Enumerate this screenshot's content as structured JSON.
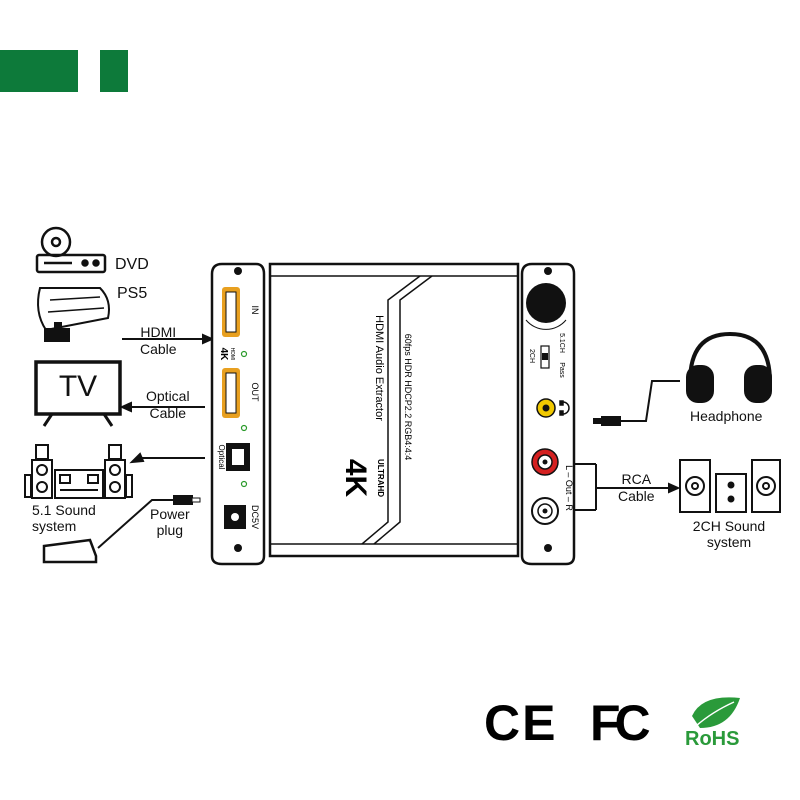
{
  "sources": {
    "dvd": "DVD",
    "ps5": "PS5"
  },
  "displays": {
    "tv": "TV"
  },
  "cables": {
    "hdmi_line1": "HDMI",
    "hdmi_line2": "Cable",
    "optical_line1": "Optical",
    "optical_line2": "Cable",
    "rca_line1": "RCA",
    "rca_line2": "Cable",
    "power_line1": "Power",
    "power_line2": "plug"
  },
  "outputs": {
    "sound51_line1": "5.1 Sound",
    "sound51_line2": "system",
    "headphone": "Headphone",
    "sound2ch_line1": "2CH Sound",
    "sound2ch_line2": "system"
  },
  "device": {
    "left_panel": {
      "in": "IN",
      "out": "OUT",
      "optical": "Optical",
      "dc": "DC5V",
      "logo_4k": "4K",
      "logo_hdmi": "HDMI"
    },
    "top": {
      "logo_4k": "4K",
      "logo_sub": "ULTRAHD",
      "name": "HDMI Audio Extractor",
      "spec": "60fps HDR HDCP2.2 RGB4:4:4"
    },
    "right_panel": {
      "switch_2ch": "2CH",
      "switch_pass": "Pass",
      "switch_51": "5.1CH",
      "rca_label": "L – Out – R"
    }
  },
  "certifications": {
    "ce": "CE",
    "fc": "FC",
    "rohs": "RoHS"
  },
  "colors": {
    "brand_green": "#0d7a3a",
    "hdmi_port": "#e8a020",
    "rca_red": "#d42020",
    "rca_white": "#ffffff",
    "jack_yellow": "#f0c800"
  }
}
